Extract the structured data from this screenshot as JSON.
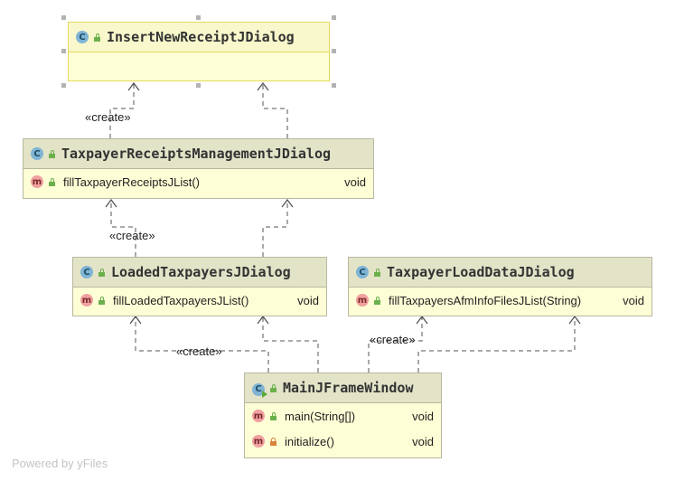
{
  "classes": [
    {
      "name": "InsertNewReceiptJDialog",
      "methods": []
    },
    {
      "name": "TaxpayerReceiptsManagementJDialog",
      "methods": [
        {
          "name": "fillTaxpayerReceiptsJList()",
          "type": "void",
          "visibility": "public"
        }
      ]
    },
    {
      "name": "LoadedTaxpayersJDialog",
      "methods": [
        {
          "name": "fillLoadedTaxpayersJList()",
          "type": "void",
          "visibility": "public"
        }
      ]
    },
    {
      "name": "TaxpayerLoadDataJDialog",
      "methods": [
        {
          "name": "fillTaxpayersAfmInfoFilesJList(String)",
          "type": "void",
          "visibility": "public"
        }
      ]
    },
    {
      "name": "MainJFrameWindow",
      "methods": [
        {
          "name": "main(String[])",
          "type": "void",
          "visibility": "public"
        },
        {
          "name": "initialize()",
          "type": "void",
          "visibility": "private"
        }
      ]
    }
  ],
  "icons": {
    "class": "C",
    "method": "m"
  },
  "labels": {
    "create1": "«create»",
    "create2": "«create»",
    "create3": "«create»",
    "create4": "«create»"
  },
  "watermark": "Powered by yFiles"
}
